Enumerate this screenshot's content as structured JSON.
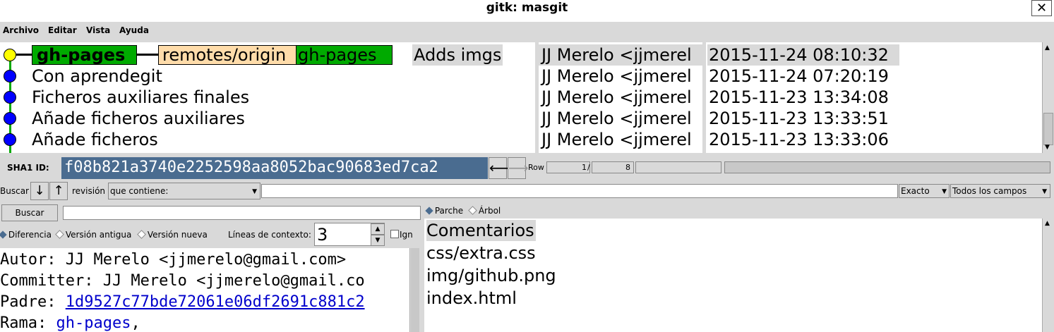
{
  "window": {
    "title": "gitk: masgit",
    "close_icon": "close-icon"
  },
  "menu": [
    "Archivo",
    "Editar",
    "Vista",
    "Ayuda"
  ],
  "commits": [
    {
      "subject": "Adds imgs",
      "author": "JJ Merelo <jjmerel",
      "date": "2015-11-24 08:10:32",
      "head": true
    },
    {
      "subject": "Con aprendegit",
      "author": "JJ Merelo <jjmerel",
      "date": "2015-11-24 07:20:19"
    },
    {
      "subject": "Ficheros auxiliares finales",
      "author": "JJ Merelo <jjmerel",
      "date": "2015-11-23 13:34:08"
    },
    {
      "subject": "Añade ficheros auxiliares",
      "author": "JJ Merelo <jjmerel",
      "date": "2015-11-23 13:33:51"
    },
    {
      "subject": "Añade ficheros",
      "author": "JJ Merelo <jjmerel",
      "date": "2015-11-23 13:33:06"
    }
  ],
  "refs": {
    "branch": "gh-pages",
    "remote_prefix": "remotes/origin",
    "remote_branch": "gh-pages"
  },
  "sha": {
    "label": "SHA1 ID:",
    "value": "f08b821a3740e2252598aa8052bac90683ed7ca2",
    "row_label": "Row",
    "row_current": "1",
    "row_sep": "/",
    "row_total": "8"
  },
  "find": {
    "label": "Buscar",
    "type": "revisión",
    "mode": "que contiene:",
    "value": "",
    "match": "Exacto",
    "fields": "Todos los campos"
  },
  "search": {
    "button": "Buscar",
    "value": ""
  },
  "diffopts": {
    "diff": "Diferencia",
    "old": "Versión antigua",
    "new": "Versión nueva",
    "context_label": "Líneas de contexto:",
    "context_value": "3",
    "ignore": "Ign"
  },
  "commit_details": {
    "author": "Autor: JJ Merelo <jjmerelo@gmail.com>",
    "committer": "Committer: JJ Merelo <jjmerelo@gmail.co",
    "parent_label": "Padre: ",
    "parent_sha": "1d9527c77bde72061e06df2691c881c2",
    "branch_label": "Rama: ",
    "branch_value": "gh-pages",
    "branch_suffix": ","
  },
  "filelist": {
    "patch": "Parche",
    "tree": "Árbol",
    "header": "Comentarios",
    "files": [
      "css/extra.css",
      "img/github.png",
      "index.html"
    ]
  },
  "colors": {
    "head_node": "#ffff00",
    "node": "#0000ff",
    "graph_line": "#00aa00",
    "branch_bg": "#00aa00",
    "remote_bg": "#ffdcaa",
    "sha_bg": "#4a6c90",
    "link": "#0000cc"
  }
}
